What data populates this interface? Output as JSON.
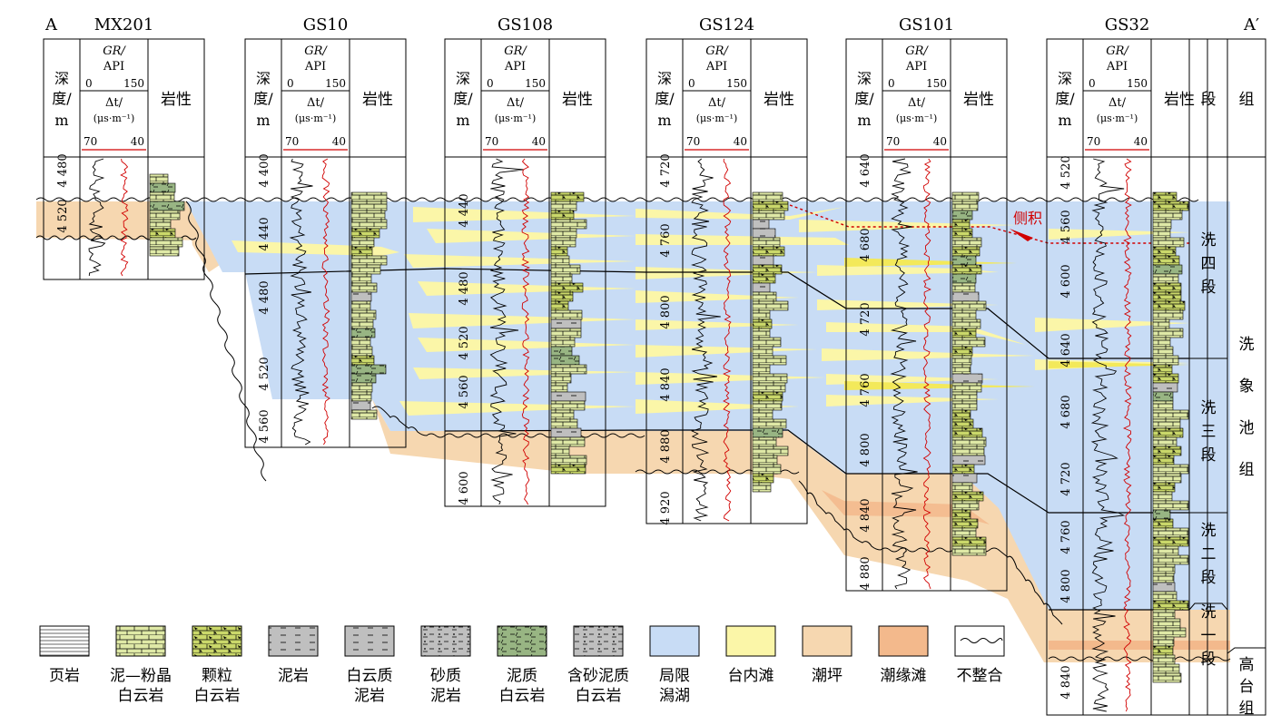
{
  "section": {
    "start_label": "A",
    "end_label": "A′"
  },
  "header_labels": {
    "depth": [
      "深",
      "度/",
      "m"
    ],
    "gr": [
      "GR/",
      "API",
      "0",
      "150"
    ],
    "dt": [
      "Δt/",
      "(μs·m⁻¹)",
      "70",
      "40"
    ],
    "lith": "岩性",
    "segment": "段",
    "formation": "组"
  },
  "wells": [
    {
      "name": "MX201",
      "depth_ticks": [
        "4 480",
        "4 520"
      ]
    },
    {
      "name": "GS10",
      "depth_ticks": [
        "4 400",
        "4 440",
        "4 480",
        "4 520",
        "4 560"
      ]
    },
    {
      "name": "GS108",
      "depth_ticks": [
        "4 440",
        "4 480",
        "4 520",
        "4 560",
        "4 600"
      ]
    },
    {
      "name": "GS124",
      "depth_ticks": [
        "4 720",
        "4 760",
        "4 800",
        "4 840",
        "4 880",
        "4 920"
      ]
    },
    {
      "name": "GS101",
      "depth_ticks": [
        "4 640",
        "4 680",
        "4 720",
        "4 760",
        "4 800",
        "4 840",
        "4 880"
      ]
    },
    {
      "name": "GS32",
      "depth_ticks": [
        "4 520",
        "4 560",
        "4 600",
        "4 640",
        "4 680",
        "4 720",
        "4 760",
        "4 800",
        "4 840"
      ]
    }
  ],
  "members": [
    "洗四段",
    "洗三段",
    "洗二段",
    "洗一段"
  ],
  "formations": {
    "upper": "洗象池组",
    "lower": "高台组"
  },
  "annotation": "侧积",
  "legend": [
    {
      "key": "shale",
      "label": [
        "页岩"
      ]
    },
    {
      "key": "mud-silt-dolomite",
      "label": [
        "泥—粉晶",
        "白云岩"
      ]
    },
    {
      "key": "grain-dolomite",
      "label": [
        "颗粒",
        "白云岩"
      ]
    },
    {
      "key": "mudstone",
      "label": [
        "泥岩"
      ]
    },
    {
      "key": "dolomitic-mudstone",
      "label": [
        "白云质",
        "泥岩"
      ]
    },
    {
      "key": "sandy-mudstone",
      "label": [
        "砂质",
        "泥岩"
      ]
    },
    {
      "key": "muddy-dolomite",
      "label": [
        "泥质",
        "白云岩"
      ]
    },
    {
      "key": "sandy-muddy-dolomite",
      "label": [
        "含砂泥质",
        "白云岩"
      ]
    },
    {
      "key": "restricted-lagoon",
      "label": [
        "局限",
        "潟湖"
      ]
    },
    {
      "key": "intra-platform-shoal",
      "label": [
        "台内滩"
      ]
    },
    {
      "key": "tidal-flat",
      "label": [
        "潮坪"
      ]
    },
    {
      "key": "tidal-margin-shoal",
      "label": [
        "潮缘滩"
      ]
    },
    {
      "key": "unconformity",
      "label": [
        "不整合"
      ]
    }
  ],
  "colors": {
    "lagoon": "#c8dcf5",
    "shoal": "#fbf6a8",
    "shoal_strong": "#f3e95a",
    "tidal_flat": "#f6d7b0",
    "tidal_margin": "#f3b98c",
    "lith_fill": "#dfe9a6",
    "grain_fill": "#cad86a",
    "mud_gray": "#bfbfbf",
    "muddy_dolo": "#98b583",
    "gr_curve": "#000000",
    "dt_curve": "#d10000",
    "annotation": "#d10000"
  }
}
